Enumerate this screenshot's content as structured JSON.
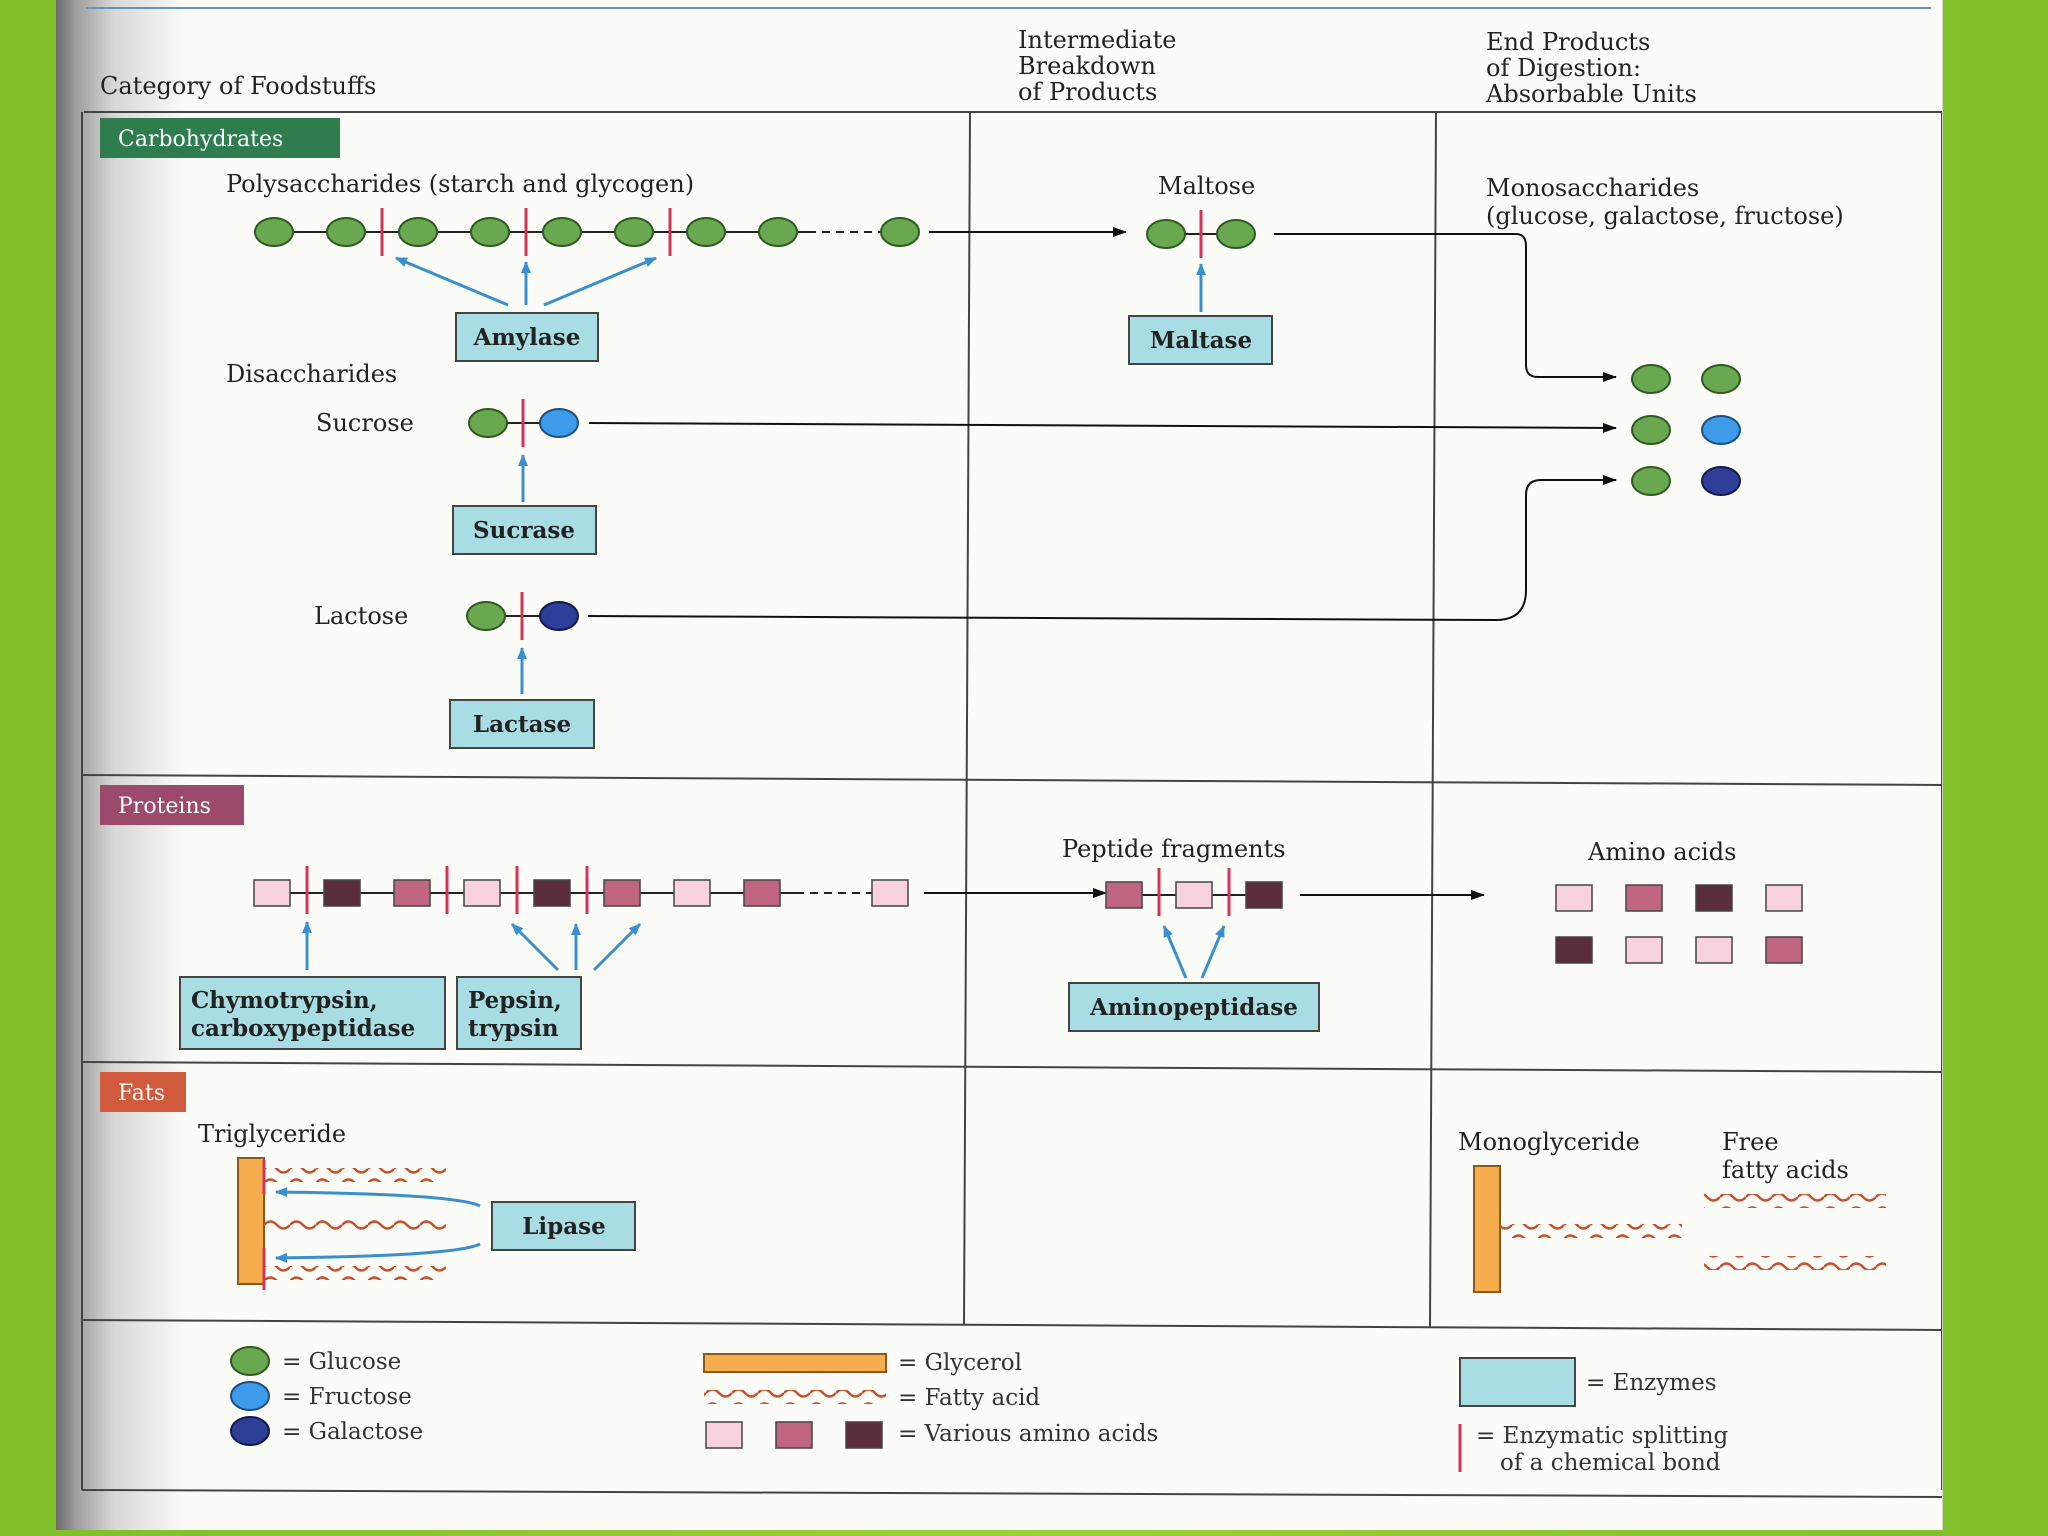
{
  "headers": {
    "category": "Category of Foodstuffs",
    "intermediate": [
      "Intermediate",
      "Breakdown",
      "of Products"
    ],
    "end_products": [
      "End Products",
      "of Digestion:",
      "Absorbable Units"
    ]
  },
  "categories": {
    "carbohydrates": "Carbohydrates",
    "proteins": "Proteins",
    "fats": "Fats"
  },
  "carbohydrates": {
    "polysaccharides": "Polysaccharides (starch and glycogen)",
    "amylase": "Amylase",
    "maltose": "Maltose",
    "maltase": "Maltase",
    "monosaccharides": [
      "Monosaccharides",
      "(glucose, galactose, fructose)"
    ],
    "disaccharides": "Disaccharides",
    "sucrose": "Sucrose",
    "sucrase": "Sucrase",
    "lactose": "Lactose",
    "lactase": "Lactase"
  },
  "proteins": {
    "chymotrypsin": [
      "Chymotrypsin,",
      "carboxypeptidase"
    ],
    "pepsin": [
      "Pepsin,",
      "trypsin"
    ],
    "peptide_fragments": "Peptide fragments",
    "aminopeptidase": "Aminopeptidase",
    "amino_acids": "Amino acids"
  },
  "fats": {
    "triglyceride": "Triglyceride",
    "lipase": "Lipase",
    "monoglyceride": "Monoglyceride",
    "free_fatty_acids": [
      "Free",
      "fatty acids"
    ]
  },
  "legend": {
    "glucose": "= Glucose",
    "fructose": "= Fructose",
    "galactose": "= Galactose",
    "glycerol": "= Glycerol",
    "fatty_acid": "= Fatty acid",
    "amino_acids": "= Various amino acids",
    "enzymes": "= Enzymes",
    "splitting": [
      "= Enzymatic splitting",
      "of a chemical bond"
    ]
  },
  "colors": {
    "glucose": "#6aa84f",
    "fructose": "#3d9be9",
    "galactose": "#2e3f9a",
    "enzyme_box": "#a9dde4",
    "split_mark": "#d6335a",
    "arrow_blue": "#3a8fd0",
    "glycerol": "#f6ad4e",
    "fatty_acid": "#c8502a",
    "amino_light": "#f8d3dc",
    "amino_medium": "#c0667f",
    "amino_dark": "#5a2f3a",
    "carb_tag": "#2f7d4f",
    "protein_tag": "#9b4a6c",
    "fat_tag": "#cf5a3c"
  }
}
